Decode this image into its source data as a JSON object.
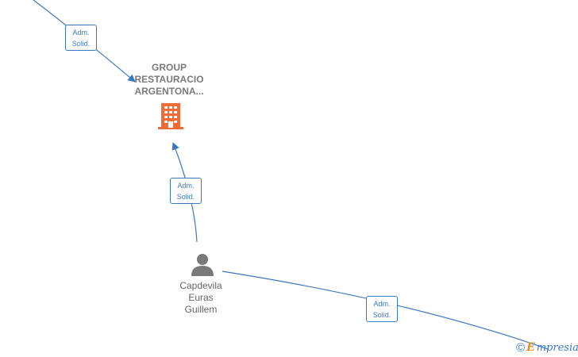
{
  "colors": {
    "edge": "#3b78c4",
    "company_icon": "#f26a35",
    "person_icon": "#7a7a7a",
    "company_label": "#7a7a7a",
    "person_label": "#666666",
    "watermark_accent": "#f08a1c"
  },
  "company": {
    "name_lines": [
      "GROUP",
      "RESTAURACIO",
      "ARGENTONA..."
    ],
    "icon": "building-icon"
  },
  "person": {
    "name_lines": [
      "Capdevila",
      "Euras",
      "Guillem"
    ],
    "icon": "person-icon"
  },
  "edges": [
    {
      "id": "edge-top",
      "label_lines": [
        "Adm.",
        "Solid."
      ]
    },
    {
      "id": "edge-middle",
      "label_lines": [
        "Adm.",
        "Solid."
      ]
    },
    {
      "id": "edge-bottom",
      "label_lines": [
        "Adm.",
        "Solid."
      ]
    }
  ],
  "watermark": {
    "copyright": "©",
    "brand_initial": "E",
    "brand_rest": "mpresia"
  }
}
